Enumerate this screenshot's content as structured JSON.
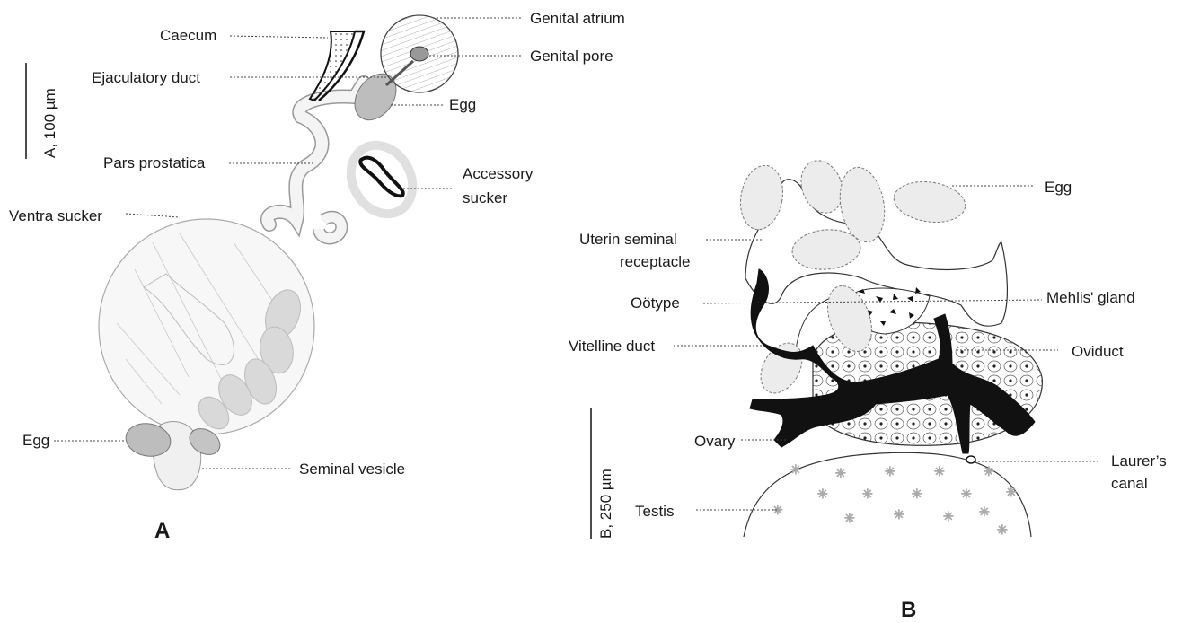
{
  "panels": {
    "a": "A",
    "b": "B"
  },
  "scale_bars": {
    "a": "A, 100  µm",
    "b": "B, 250  µm"
  },
  "labels_a": {
    "caecum": "Caecum",
    "ejaculatory_duct": "Ejaculatory duct",
    "pars_prostatica": "Pars prostatica",
    "ventral_sucker": "Ventra sucker",
    "egg_left": "Egg",
    "genital_atrium": "Genital atrium",
    "genital_pore": "Genital pore",
    "egg_right": "Egg",
    "accessory_sucker_1": "Accessory",
    "accessory_sucker_2": "sucker",
    "seminal_vesicle": "Seminal vesicle"
  },
  "labels_b": {
    "egg": "Egg",
    "uterine_receptacle_1": "Uterin seminal",
    "uterine_receptacle_2": "receptacle",
    "ootype": "Oötype",
    "mehlis_gland": "Mehlis' gland",
    "vitelline_duct": "Vitelline duct",
    "oviduct": "Oviduct",
    "ovary": "Ovary",
    "laurers_canal_1": "Laurer’s",
    "laurers_canal_2": "canal",
    "testis": "Testis"
  },
  "colors": {
    "ink": "#1a1a1a",
    "egg_fill": "#b8b8b8",
    "egg_light": "#e6e6e6",
    "duct_black": "#111111"
  }
}
